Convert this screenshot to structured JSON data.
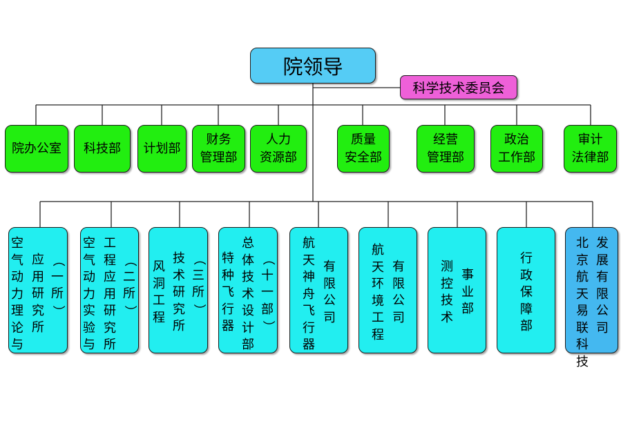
{
  "leader": "院领导",
  "committee": "科学技术委员会",
  "departments": [
    "院办公室",
    "科技部",
    "计划部",
    "财务\n管理部",
    "人力\n资源部",
    "质量\n安全部",
    "经营\n管理部",
    "政治\n工作部",
    "审计\n法律部"
  ],
  "institutes": [
    [
      "空气动力理论与",
      "应用研究所",
      "（一所）"
    ],
    [
      "空气动力实验与",
      "工程应用研究所",
      "（二所）"
    ],
    [
      "风洞工程",
      "技术研究所",
      "（三所）"
    ],
    [
      "特种飞行器",
      "总体技术设计部",
      "（十一部）"
    ],
    [
      "航天神舟飞行器",
      "有限公司"
    ],
    [
      "航天环境工程",
      "有限公司"
    ],
    [
      "测控技术",
      "事业部"
    ],
    [
      "行政保障部"
    ],
    [
      "北京航天易联科技",
      "发展有限公司"
    ]
  ],
  "colors": {
    "leader": "#55ccf5",
    "committee": "#ee60d8",
    "department": "#22ee10",
    "institute": "#22eef0",
    "institute_alt": "#44b8f0"
  }
}
